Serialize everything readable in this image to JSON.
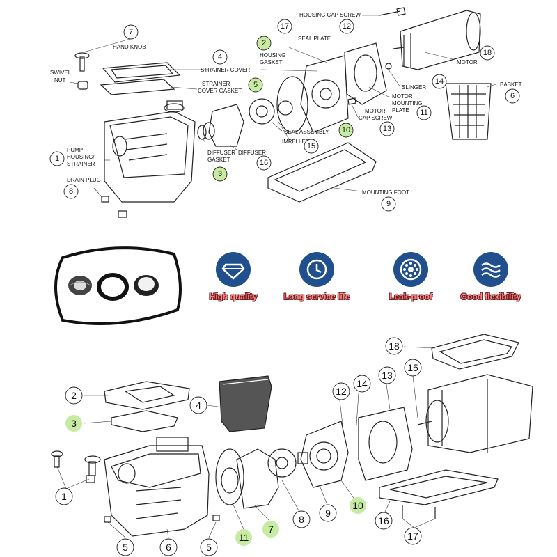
{
  "colors": {
    "accent": "#2a5aa0",
    "highlight": "#c8eba4",
    "feature_text": "#f08a8a"
  },
  "top_diagram": {
    "labels": {
      "housing_cap_screw": "HOUSING CAP SCREW",
      "hand_knob": "HAND KNOB",
      "swivel_nut": "SWIVEL NUT",
      "strainer_cover": "STRAINER COVER",
      "housing_gasket": "HOUSING GASKET",
      "seal_plate": "SEAL PLATE",
      "motor": "MOTOR",
      "strainer_cover_gasket": "STRAINER COVER GASKET",
      "basket": "BASKET",
      "slinger": "SLINGER",
      "motor_mounting_plate": "MOTOR MOUNTING PLATE",
      "motor_cap_screw": "MOTOR CAP SCREW",
      "seal_assembly": "SEAL ASSEMBLY",
      "pump_housing_strainer": "PUMP HOUSING/ STRAINER",
      "diffuser_gasket": "DIFFUSER GASKET",
      "diffuser": "DIFFUSER",
      "impeller": "IMPELLER",
      "drain_plug": "DRAIN PLUG",
      "mounting_foot": "MOUNTING FOOT"
    },
    "numbers": {
      "n1": "1",
      "n2": "2",
      "n3": "3",
      "n4": "4",
      "n5": "5",
      "n6": "6",
      "n7": "7",
      "n8": "8",
      "n9": "9",
      "n10": "10",
      "n11": "11",
      "n12": "12",
      "n13": "13",
      "n14": "14",
      "n15": "15",
      "n16": "16",
      "n17": "17",
      "n18": "18"
    }
  },
  "features": [
    {
      "icon": "diamond-icon",
      "label": "High quality"
    },
    {
      "icon": "clock-icon",
      "label": "Long service life"
    },
    {
      "icon": "seal-ring-icon",
      "label": "Leak-proof"
    },
    {
      "icon": "wave-icon",
      "label": "Good flexibility"
    }
  ],
  "bottom_diagram": {
    "numbers": {
      "n1": "1",
      "n2": "2",
      "n3": "3",
      "n4": "4",
      "n5a": "5",
      "n5b": "5",
      "n6": "6",
      "n7": "7",
      "n8": "8",
      "n9": "9",
      "n10": "10",
      "n11": "11",
      "n12": "12",
      "n13": "13",
      "n14": "14",
      "n15": "15",
      "n16": "16",
      "n17": "17",
      "n18": "18"
    }
  }
}
